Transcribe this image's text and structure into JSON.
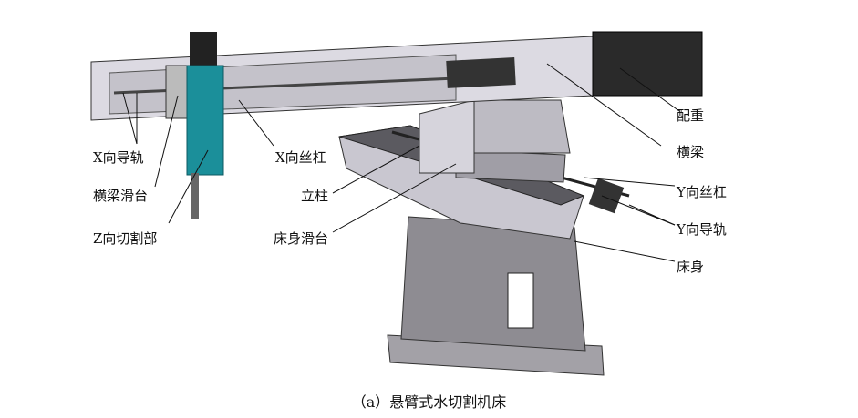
{
  "labels": {
    "counterweight": "配重",
    "beam": "横梁",
    "y_screw": "Y向丝杠",
    "y_rail": "Y向导轨",
    "bed": "床身",
    "x_rail": "X向导轨",
    "beam_slide": "横梁滑台",
    "z_cutter": "Z向切割部",
    "x_screw": "X向丝杠",
    "column": "立柱",
    "bed_slide": "床身滑台"
  },
  "caption": "（a）悬臂式水切割机床",
  "colors": {
    "spindle": "#1b8f9a",
    "counterweight": "#2a2a2a",
    "metal": "#c9c7d0",
    "base": "#8e8c92"
  }
}
